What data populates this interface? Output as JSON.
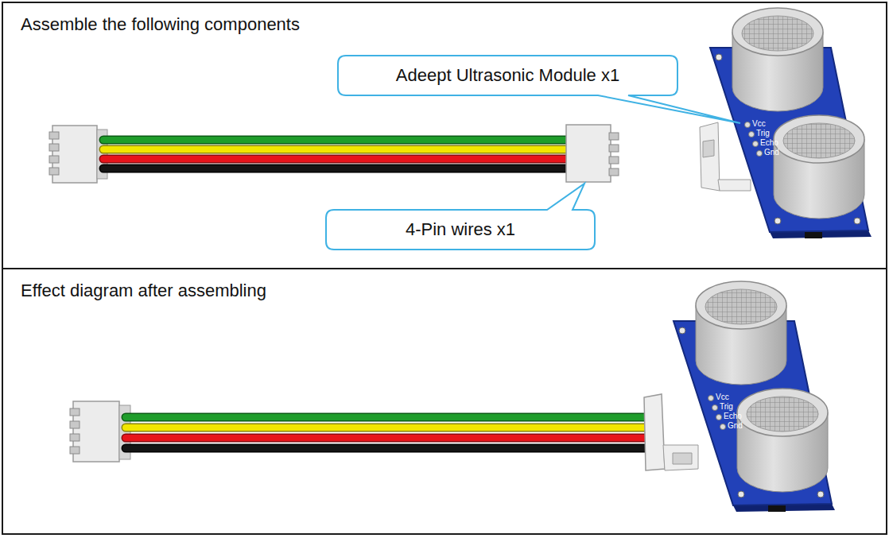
{
  "diagram": {
    "nodes": [
      {
        "text": [
          "Assemble the following components"
        ]
      },
      {
        "text": [
          "Adeept Ultrasonic Module x1"
        ],
        "in": 0
      },
      {
        "text": [
          "4-Pin wires x1"
        ],
        "in": 0
      },
      {
        "text": [
          "Effect diagram after assembling"
        ]
      }
    ],
    "labels": [
      "Vcc",
      "Trig",
      "Echo",
      "Gnd",
      "Vcc",
      "Trig",
      "Echo",
      "Gnd"
    ]
  }
}
